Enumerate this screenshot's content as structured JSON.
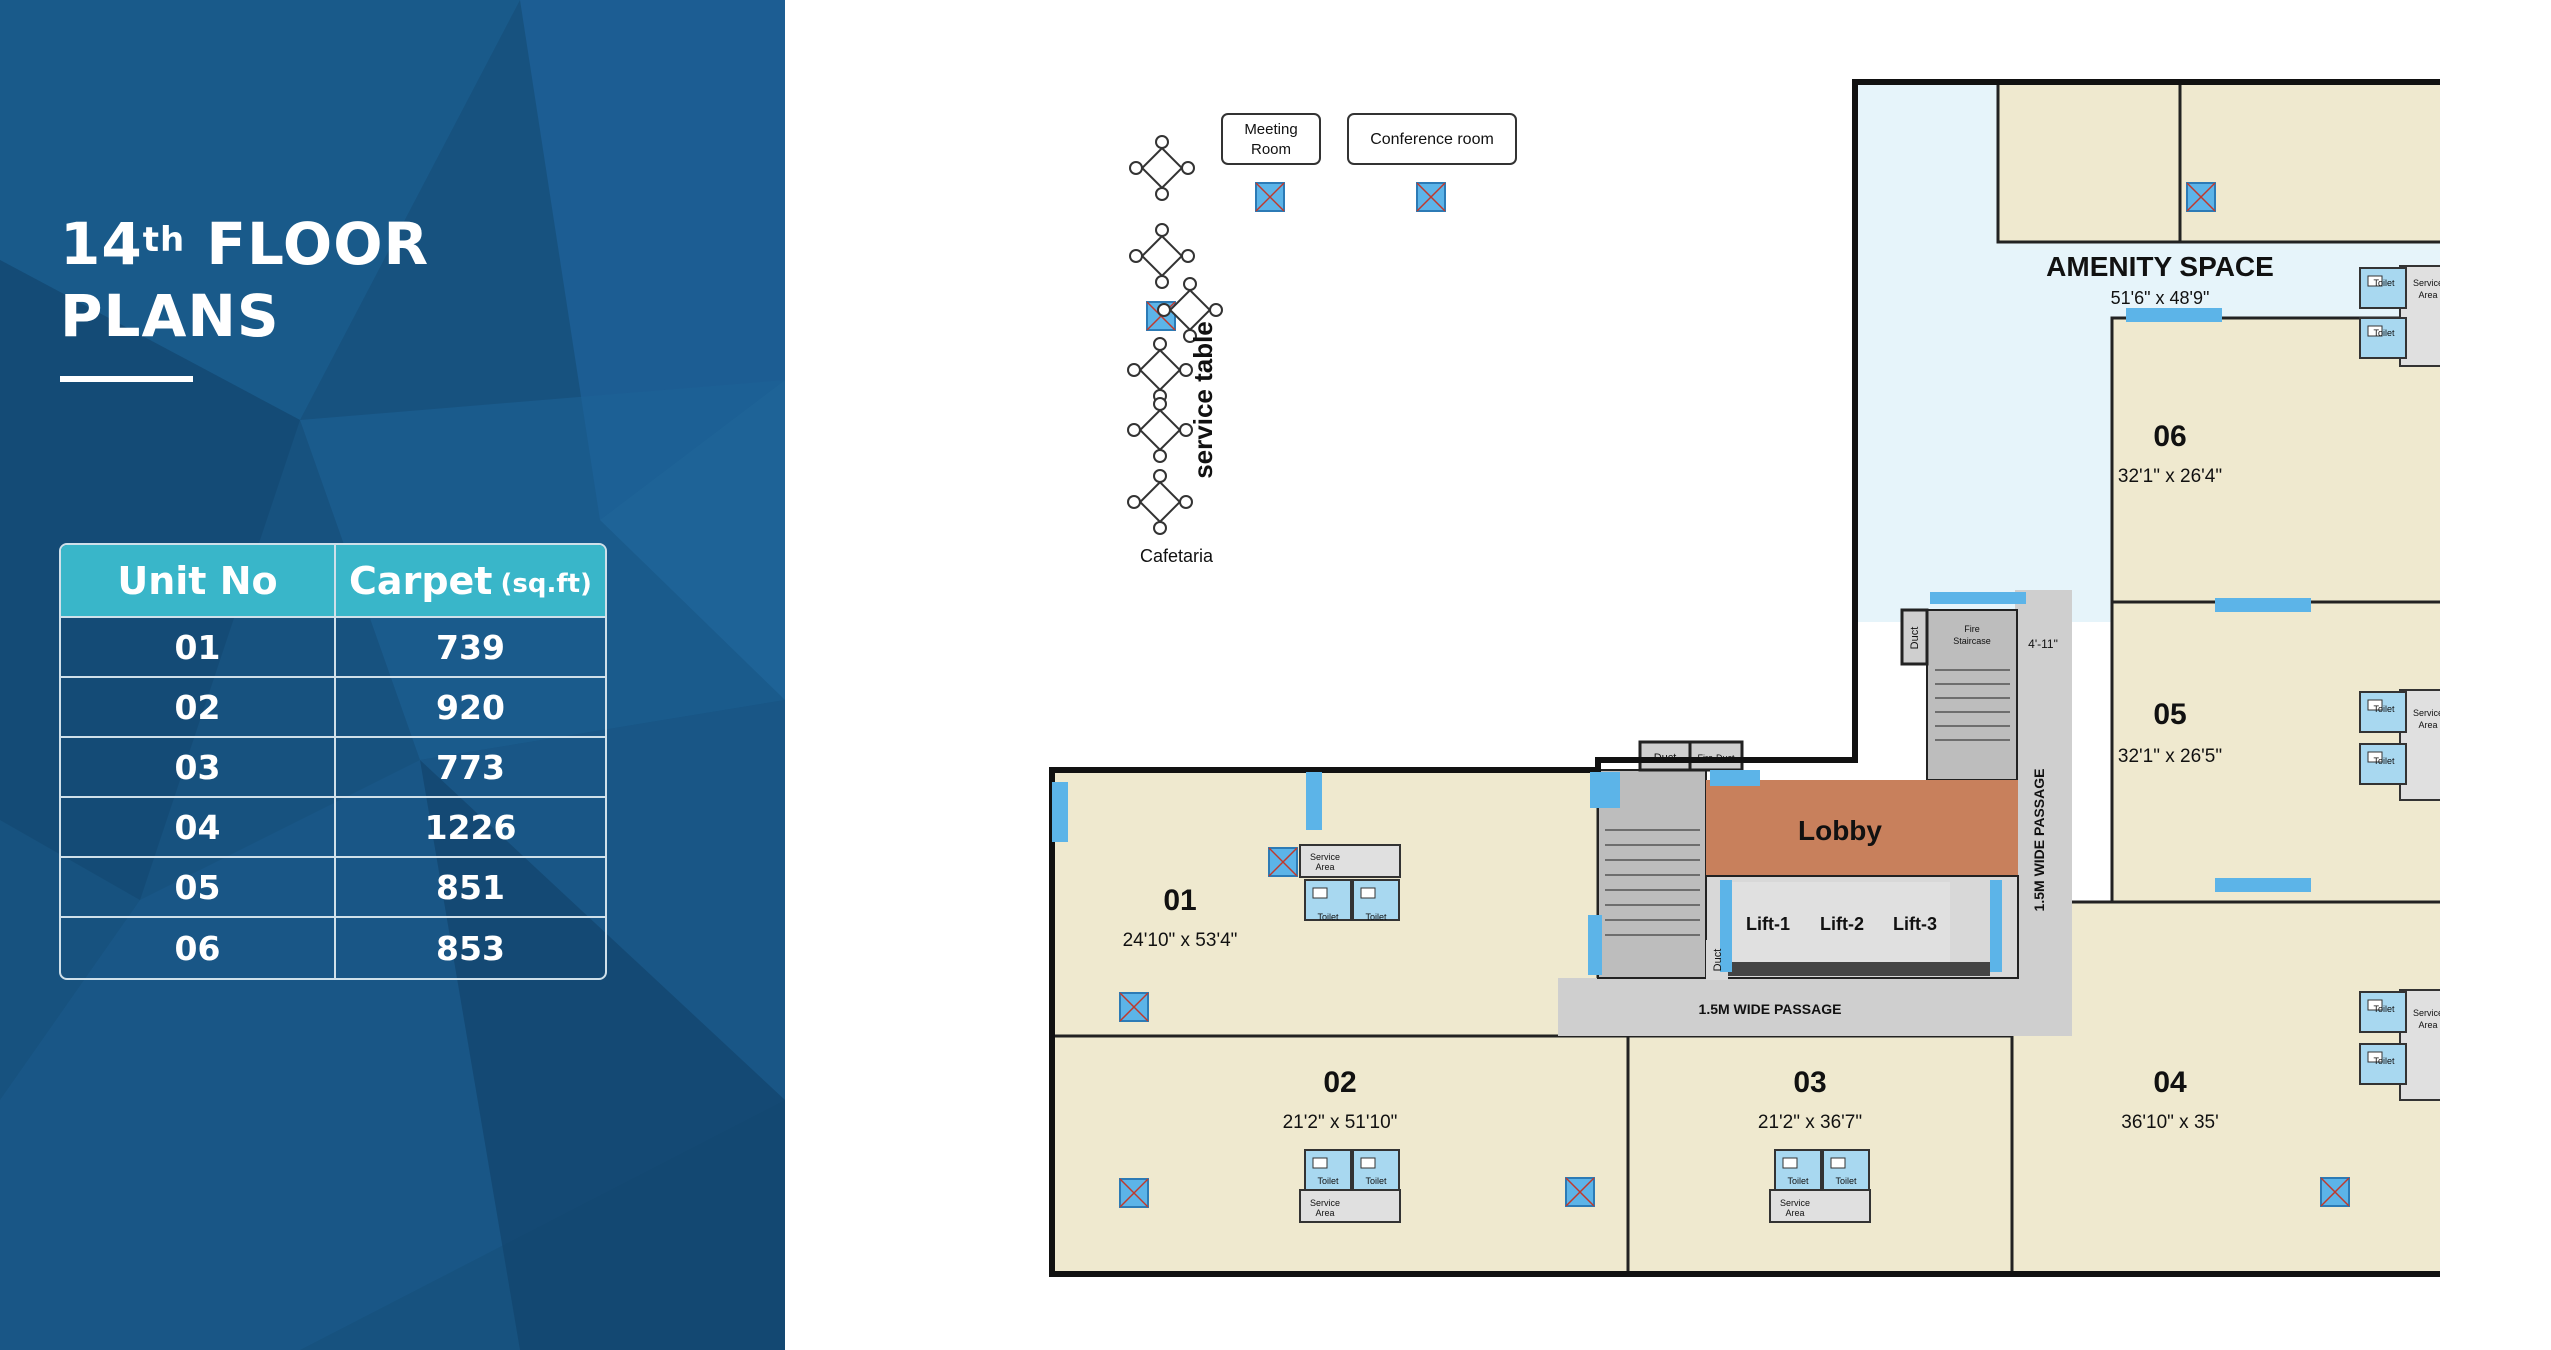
{
  "title": {
    "line1_prefix": "14",
    "line1_sup": "th",
    "line1_suffix": " FLOOR",
    "line2": "PLANS"
  },
  "table": {
    "headers": {
      "unit": "Unit No",
      "carpet": "Carpet",
      "carpet_unit": "(sq.ft)"
    },
    "rows": [
      {
        "unit": "01",
        "carpet": "739"
      },
      {
        "unit": "02",
        "carpet": "920"
      },
      {
        "unit": "03",
        "carpet": "773"
      },
      {
        "unit": "04",
        "carpet": "1226"
      },
      {
        "unit": "05",
        "carpet": "851"
      },
      {
        "unit": "06",
        "carpet": "853"
      }
    ]
  },
  "plan": {
    "units": [
      {
        "no": "01",
        "size": "24'10\" x 53'4\""
      },
      {
        "no": "02",
        "size": "21'2\" x 51'10\""
      },
      {
        "no": "03",
        "size": "21'2\" x 36'7\""
      },
      {
        "no": "04",
        "size": "36'10\" x 35'"
      },
      {
        "no": "05",
        "size": "32'1\" x 26'5\""
      },
      {
        "no": "06",
        "size": "32'1\" x 26'4\""
      }
    ],
    "amenity": {
      "title": "AMENITY SPACE",
      "size": "51'6\" x 48'9\""
    },
    "meeting_room": [
      "Meeting",
      "Room"
    ],
    "conference_room": "Conference room",
    "service_table": "service table",
    "cafeteria": "Cafetaria",
    "lobby": "Lobby",
    "lifts": [
      "Lift-1",
      "Lift-2",
      "Lift-3"
    ],
    "passage_horizontal": "1.5M WIDE PASSAGE",
    "passage_vertical": "1.5M WIDE PASSAGE",
    "passage_width": "4'-11\"",
    "duct": "Duct",
    "fire_duct": "Fire-Duct",
    "fire_staircase": [
      "Fire",
      "Staircase"
    ],
    "toilet": "Toilet",
    "service_area": [
      "Service",
      "Area"
    ]
  },
  "colors": {
    "panel": "#17527f",
    "table_header": "#39b6c9",
    "unit_fill": "#efe9cf",
    "amenity_fill": "#e6f4fa",
    "lobby_fill": "#c8805c",
    "core_fill": "#cfcfcf",
    "window_blue": "#5cb4e8"
  }
}
